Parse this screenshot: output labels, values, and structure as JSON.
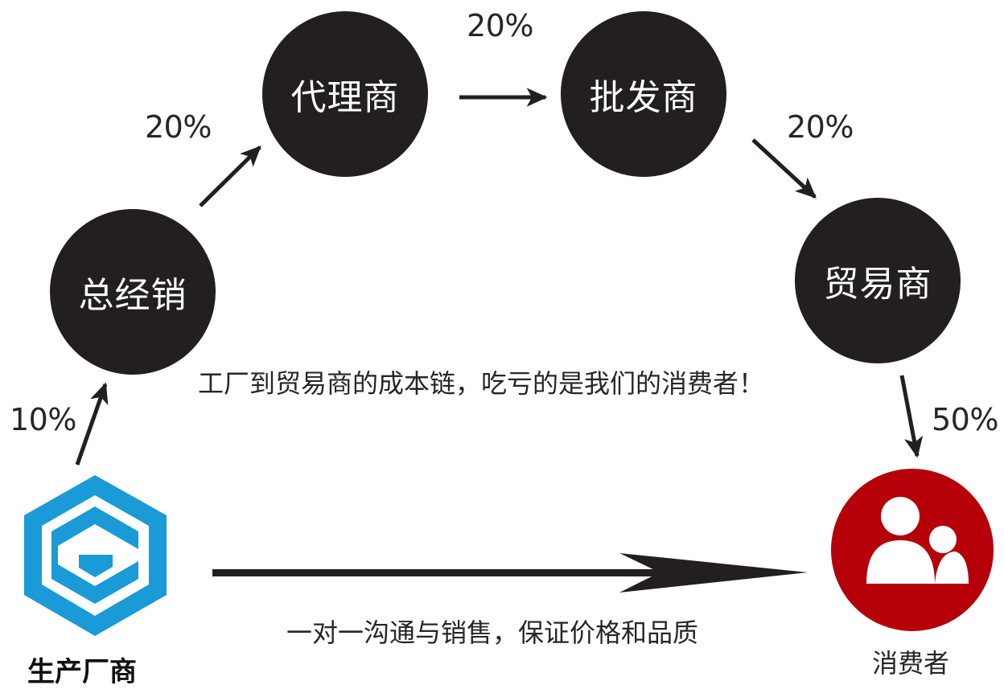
{
  "nodes": {
    "general_distributor": "总经销",
    "agent": "代理商",
    "wholesaler": "批发商",
    "trader": "贸易商"
  },
  "percentages": {
    "manufacturer_to_general": "10%",
    "general_to_agent": "20%",
    "agent_to_wholesaler": "20%",
    "wholesaler_to_trader": "20%",
    "trader_to_consumer": "50%"
  },
  "captions": {
    "cost_chain": "工厂到贸易商的成本链，吃亏的是我们的消费者！",
    "direct_channel": "一对一沟通与销售，保证价格和品质"
  },
  "endpoints": {
    "manufacturer": "生产厂商",
    "consumer": "消费者"
  },
  "icons": {
    "manufacturer_logo": "hexagon-c-logo-icon",
    "consumer_icon": "users-icon"
  },
  "colors": {
    "node_fill": "#231f20",
    "logo_blue": "#1a9ad6",
    "consumer_red": "#b5000a",
    "arrow": "#231f20"
  }
}
